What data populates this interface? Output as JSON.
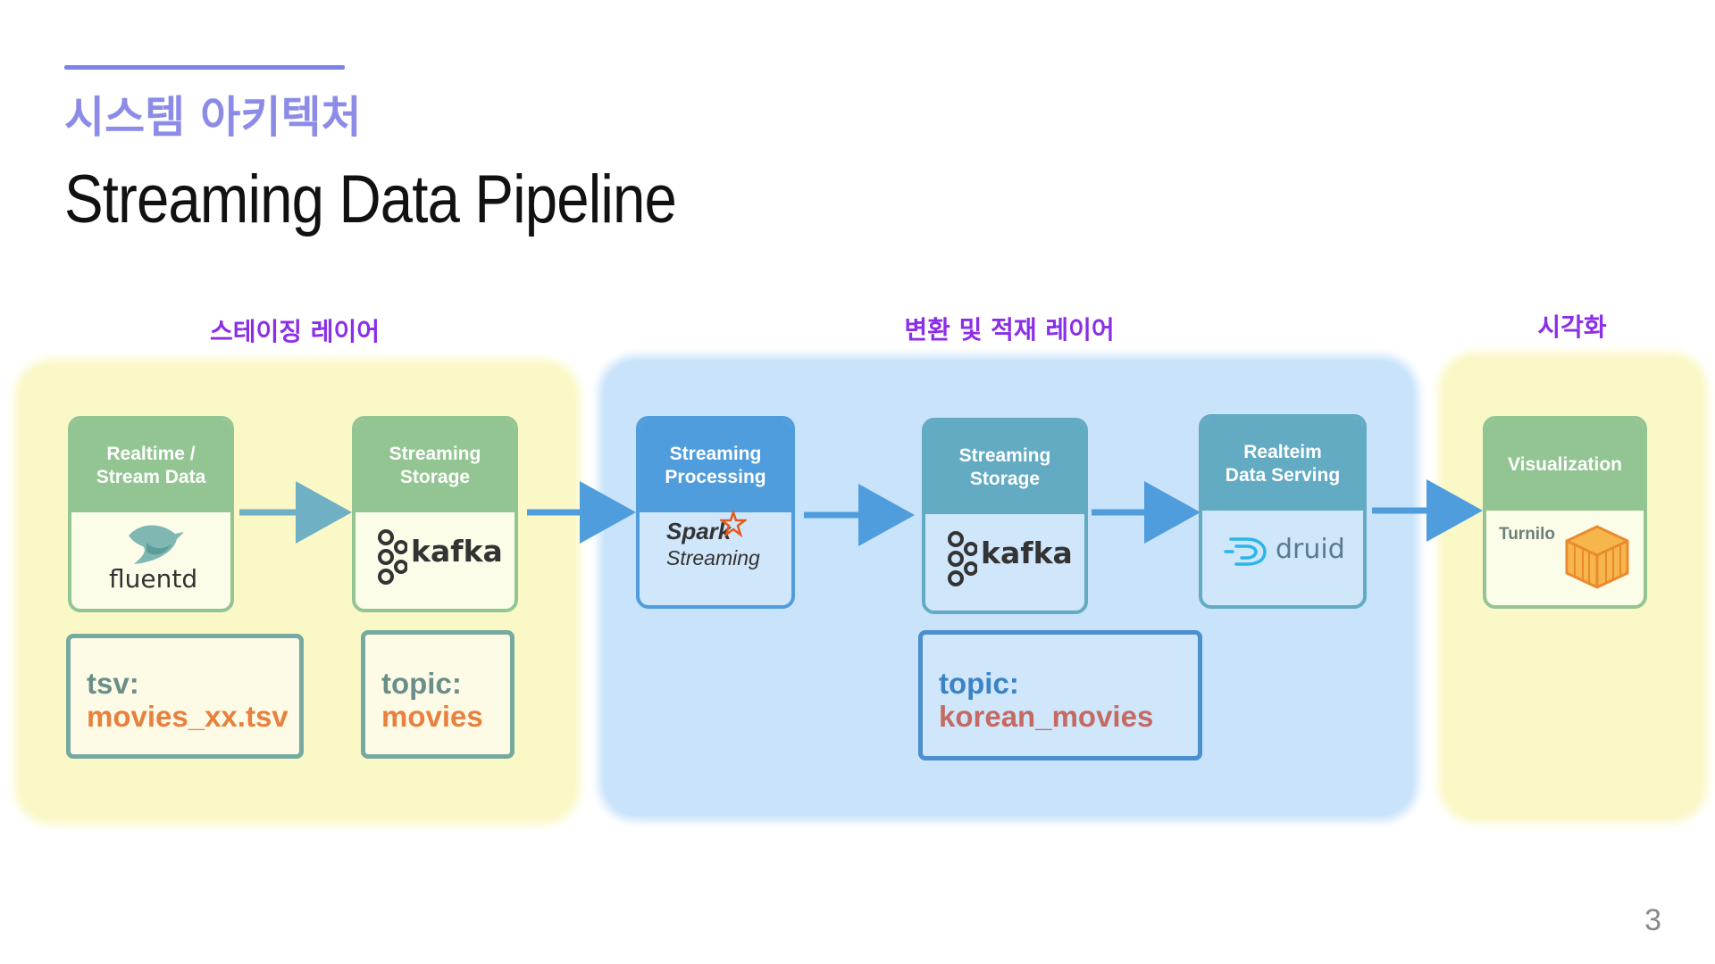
{
  "header": {
    "kicker": "시스템 아키텍처",
    "title": "Streaming Data Pipeline"
  },
  "layers": {
    "staging": "스테이징 레이어",
    "transform": "변환 및 적재 레이어",
    "visualization": "시각화"
  },
  "nodes": {
    "source": {
      "label": "Realtime /\nStream Data",
      "logo": "fluentd"
    },
    "storage1": {
      "label": "Streaming\nStorage",
      "logo": "kafka"
    },
    "processing": {
      "label": "Streaming\nProcessing",
      "logo_top": "Spark",
      "logo_bottom": "Streaming"
    },
    "storage2": {
      "label": "Streaming\nStorage",
      "logo": "kafka"
    },
    "serving": {
      "label": "Realteim\nData Serving",
      "logo": "druid"
    },
    "viz": {
      "label": "Visualization",
      "logo": "Turnilo"
    }
  },
  "notes": {
    "tsv": {
      "key": "tsv:",
      "value": "movies_xx.tsv"
    },
    "topic1": {
      "key": "topic:",
      "value": "movies"
    },
    "topic2": {
      "key": "topic:",
      "value": "korean_movies"
    }
  },
  "page_number": "3",
  "colors": {
    "kicker": "#8c8ce8",
    "layer_label": "#8b2ee8",
    "zone_yellow": "#fbf8c8",
    "zone_blue": "#c9e3fb",
    "card_green": "#93c593",
    "card_blue": "#4f9ddd",
    "card_teal": "#63aac3",
    "arrow": "#4f9ddd"
  }
}
